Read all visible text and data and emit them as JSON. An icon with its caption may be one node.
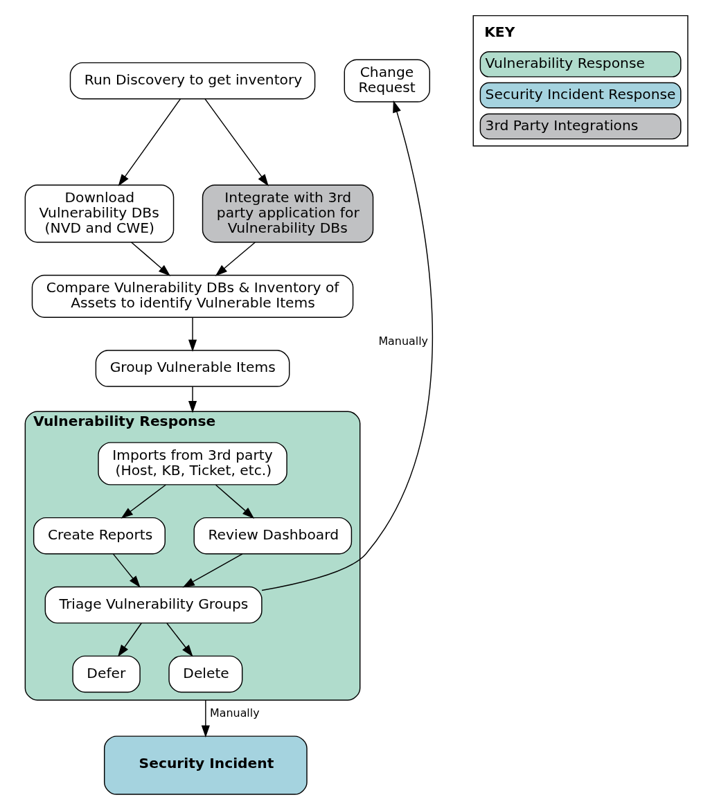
{
  "diagram": {
    "nodes": [
      {
        "text": [
          "Run Discovery to get inventory"
        ]
      },
      {
        "text": [
          "Download Vulnerability DBs (NVD and CWE)"
        ]
      },
      {
        "text": [
          "Integrate with 3rd party application for Vulnerability DBs"
        ]
      },
      {
        "text": [
          "Compare Vulnerability DBs & Inventory of Assets to identify Vulnerable Items"
        ]
      },
      {
        "text": [
          "Group Vulnerable Items"
        ]
      },
      {
        "text": [
          "Vulnerability Response"
        ]
      },
      {
        "text": [
          "Imports from 3rd party (Host, KB, Ticket, etc.)"
        ],
        "in": 5
      },
      {
        "text": [
          "Create Reports"
        ],
        "in": 5
      },
      {
        "text": [
          "Review Dashboard"
        ],
        "in": 5
      },
      {
        "text": [
          "Triage Vulnerability Groups"
        ],
        "in": 5
      },
      {
        "text": [
          "Defer"
        ],
        "in": 5
      },
      {
        "text": [
          "Delete"
        ],
        "in": 5
      },
      {
        "text": [
          "Change Request"
        ]
      },
      {
        "text": [
          "Security Incident"
        ]
      }
    ],
    "edges": [
      {
        "from": 0,
        "to": 1,
        "arrow": "to"
      },
      {
        "from": 0,
        "to": 2,
        "arrow": "to"
      },
      {
        "from": 1,
        "to": 3,
        "arrow": "to"
      },
      {
        "from": 2,
        "to": 3,
        "arrow": "to"
      },
      {
        "from": 3,
        "to": 4,
        "arrow": "to"
      },
      {
        "from": 4,
        "to": 5,
        "arrow": "to"
      },
      {
        "from": 6,
        "to": 7,
        "arrow": "to"
      },
      {
        "from": 6,
        "to": 8,
        "arrow": "to"
      },
      {
        "from": 7,
        "to": 9,
        "arrow": "to"
      },
      {
        "from": 8,
        "to": 9,
        "arrow": "to"
      },
      {
        "from": 9,
        "to": 10,
        "arrow": "to"
      },
      {
        "from": 9,
        "to": 11,
        "arrow": "to"
      },
      {
        "from": 9,
        "to": 12,
        "arrow": "to",
        "label": "Manually"
      },
      {
        "from": 5,
        "to": 13,
        "arrow": "to",
        "label": "Manually"
      }
    ],
    "labels": [
      "KEY"
    ],
    "legend": [
      {
        "text": "Vulnerability Response",
        "color": "#b0dccc"
      },
      {
        "text": "Security Incident Response",
        "color": "#a5d3df"
      },
      {
        "text": "3rd Party Integrations",
        "color": "#c0c1c3"
      }
    ]
  }
}
